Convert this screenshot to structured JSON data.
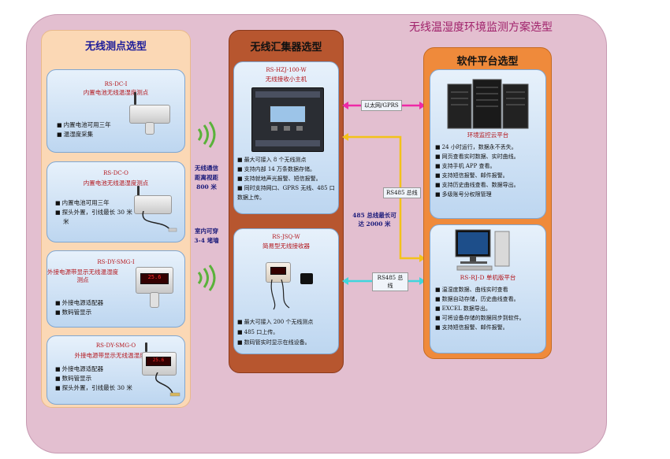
{
  "title": "无线温湿度环境监测方案选型",
  "sensors": {
    "title": "无线测点选型",
    "cards": [
      {
        "model": "RS-DC-I",
        "name": "内置电池无线温湿度测点",
        "features": [
          "内置电池可用三年",
          "温湿度采集"
        ]
      },
      {
        "model": "RS-DC-O",
        "name": "内置电池无线温湿度测点",
        "features": [
          "内置电池可用三年",
          "探头外置，引线最长 30 米"
        ]
      },
      {
        "model": "RS-DY-SMG-I",
        "name": "外接电源带显示无线温湿度测点",
        "features": [
          "外接电源适配器",
          "数码管显示"
        ]
      },
      {
        "model": "RS-DY-SMG-O",
        "name": "外接电源带显示无线温湿度测点",
        "features": [
          "外接电源适配器",
          "数码管显示",
          "探头外置，引线最长 30 米"
        ]
      }
    ],
    "display_value": "25.6"
  },
  "links_left": {
    "distance": "无线通信距离视距 800 米",
    "wall": "室内可穿 3-4 堵墙"
  },
  "collectors": {
    "title": "无线汇集器选型",
    "cards": [
      {
        "model": "RS-HZJ-100-W",
        "name": "无线接收小主机",
        "features": [
          "最大可接入 8 个无线测点",
          "支持内部 14 万条数据存储。",
          "支持就地声光报警、短信报警。",
          "同时支持网口、GPRS 无线、485 口数据上传。"
        ]
      },
      {
        "model": "RS-JSQ-W",
        "name": "简易型无线接收器",
        "features": [
          "最大可接入 200 个无线测点",
          "485 口上传。",
          "数码管实时显示在线设备。"
        ]
      }
    ]
  },
  "links_right": {
    "ethernet": "以太网/GPRS",
    "rs485_top": "RS485 总线",
    "rs485_note": "485 总线最长可达 2000 米",
    "rs485_bottom": "RS485 总线"
  },
  "software": {
    "title": "软件平台选型",
    "cards": [
      {
        "name": "环境监控云平台",
        "features": [
          "24 小时运行，数据永不丢失。",
          "网页查看实时数据、实时曲线。",
          "支持手机 APP 查看。",
          "支持短信报警、邮件报警。",
          "支持历史曲线查看、数据导出。",
          "多级账号分权限管理"
        ]
      },
      {
        "model": "RS-RJ-D",
        "name": "RS-RJ-D 单机版平台",
        "features": [
          "温湿度数据、曲线实时查看",
          "数据自动存储，历史曲线查看。",
          "EXCEL 数据导出。",
          "可将设备存储的数据同步到软件。",
          "支持短信报警、邮件报警。"
        ]
      }
    ]
  },
  "colors": {
    "frame": "#e3bfd0",
    "sensor_column": "#fbd8b5",
    "collector_column": "#b7562f",
    "software_column": "#ef8a3b",
    "ethernet_arrow": "#ee2aa6",
    "bus_arrow": "#f3c21a",
    "rs485_arrow": "#3fd6dd",
    "wave": "#5ab23a"
  },
  "icons": [
    "wireless-wave-icon",
    "server-rack-icon",
    "desktop-computer-icon"
  ]
}
